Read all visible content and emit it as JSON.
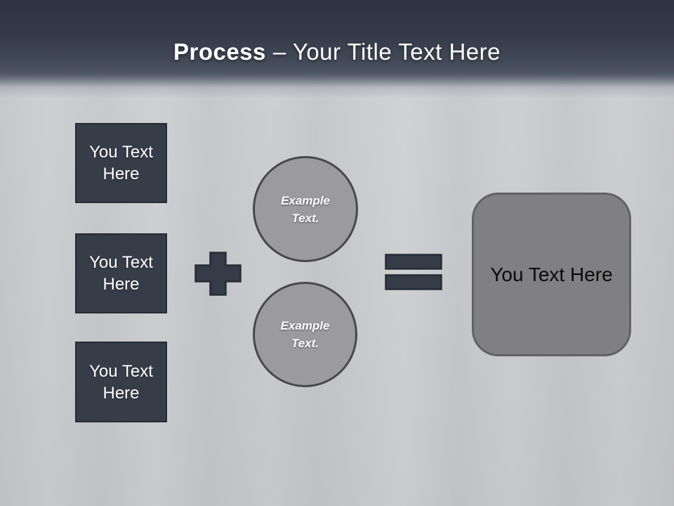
{
  "header": {
    "title_bold": "Process",
    "title_rest": "– Your Title Text Here"
  },
  "process": {
    "input_boxes": [
      {
        "label": "You Text Here"
      },
      {
        "label": "You Text Here"
      },
      {
        "label": "You Text Here"
      }
    ],
    "example_circles": [
      {
        "label": "Example Text."
      },
      {
        "label": "Example Text."
      }
    ],
    "result_box": {
      "label": "You Text Here"
    },
    "icons": {
      "plus": "plus-icon",
      "equals": "equals-icon"
    }
  },
  "colors": {
    "header_top": "#2d3340",
    "header_bottom": "#4f5666",
    "slide_background": "#c7c8cb",
    "dark_shape_fill": "#363c48",
    "dark_shape_border": "#262b34",
    "circle_fill": "#9b9b9d",
    "circle_border": "#48484a",
    "result_fill": "#808082",
    "result_border": "#626264",
    "title_text": "#ffffff",
    "box_text": "#ffffff",
    "result_text": "#000000"
  }
}
